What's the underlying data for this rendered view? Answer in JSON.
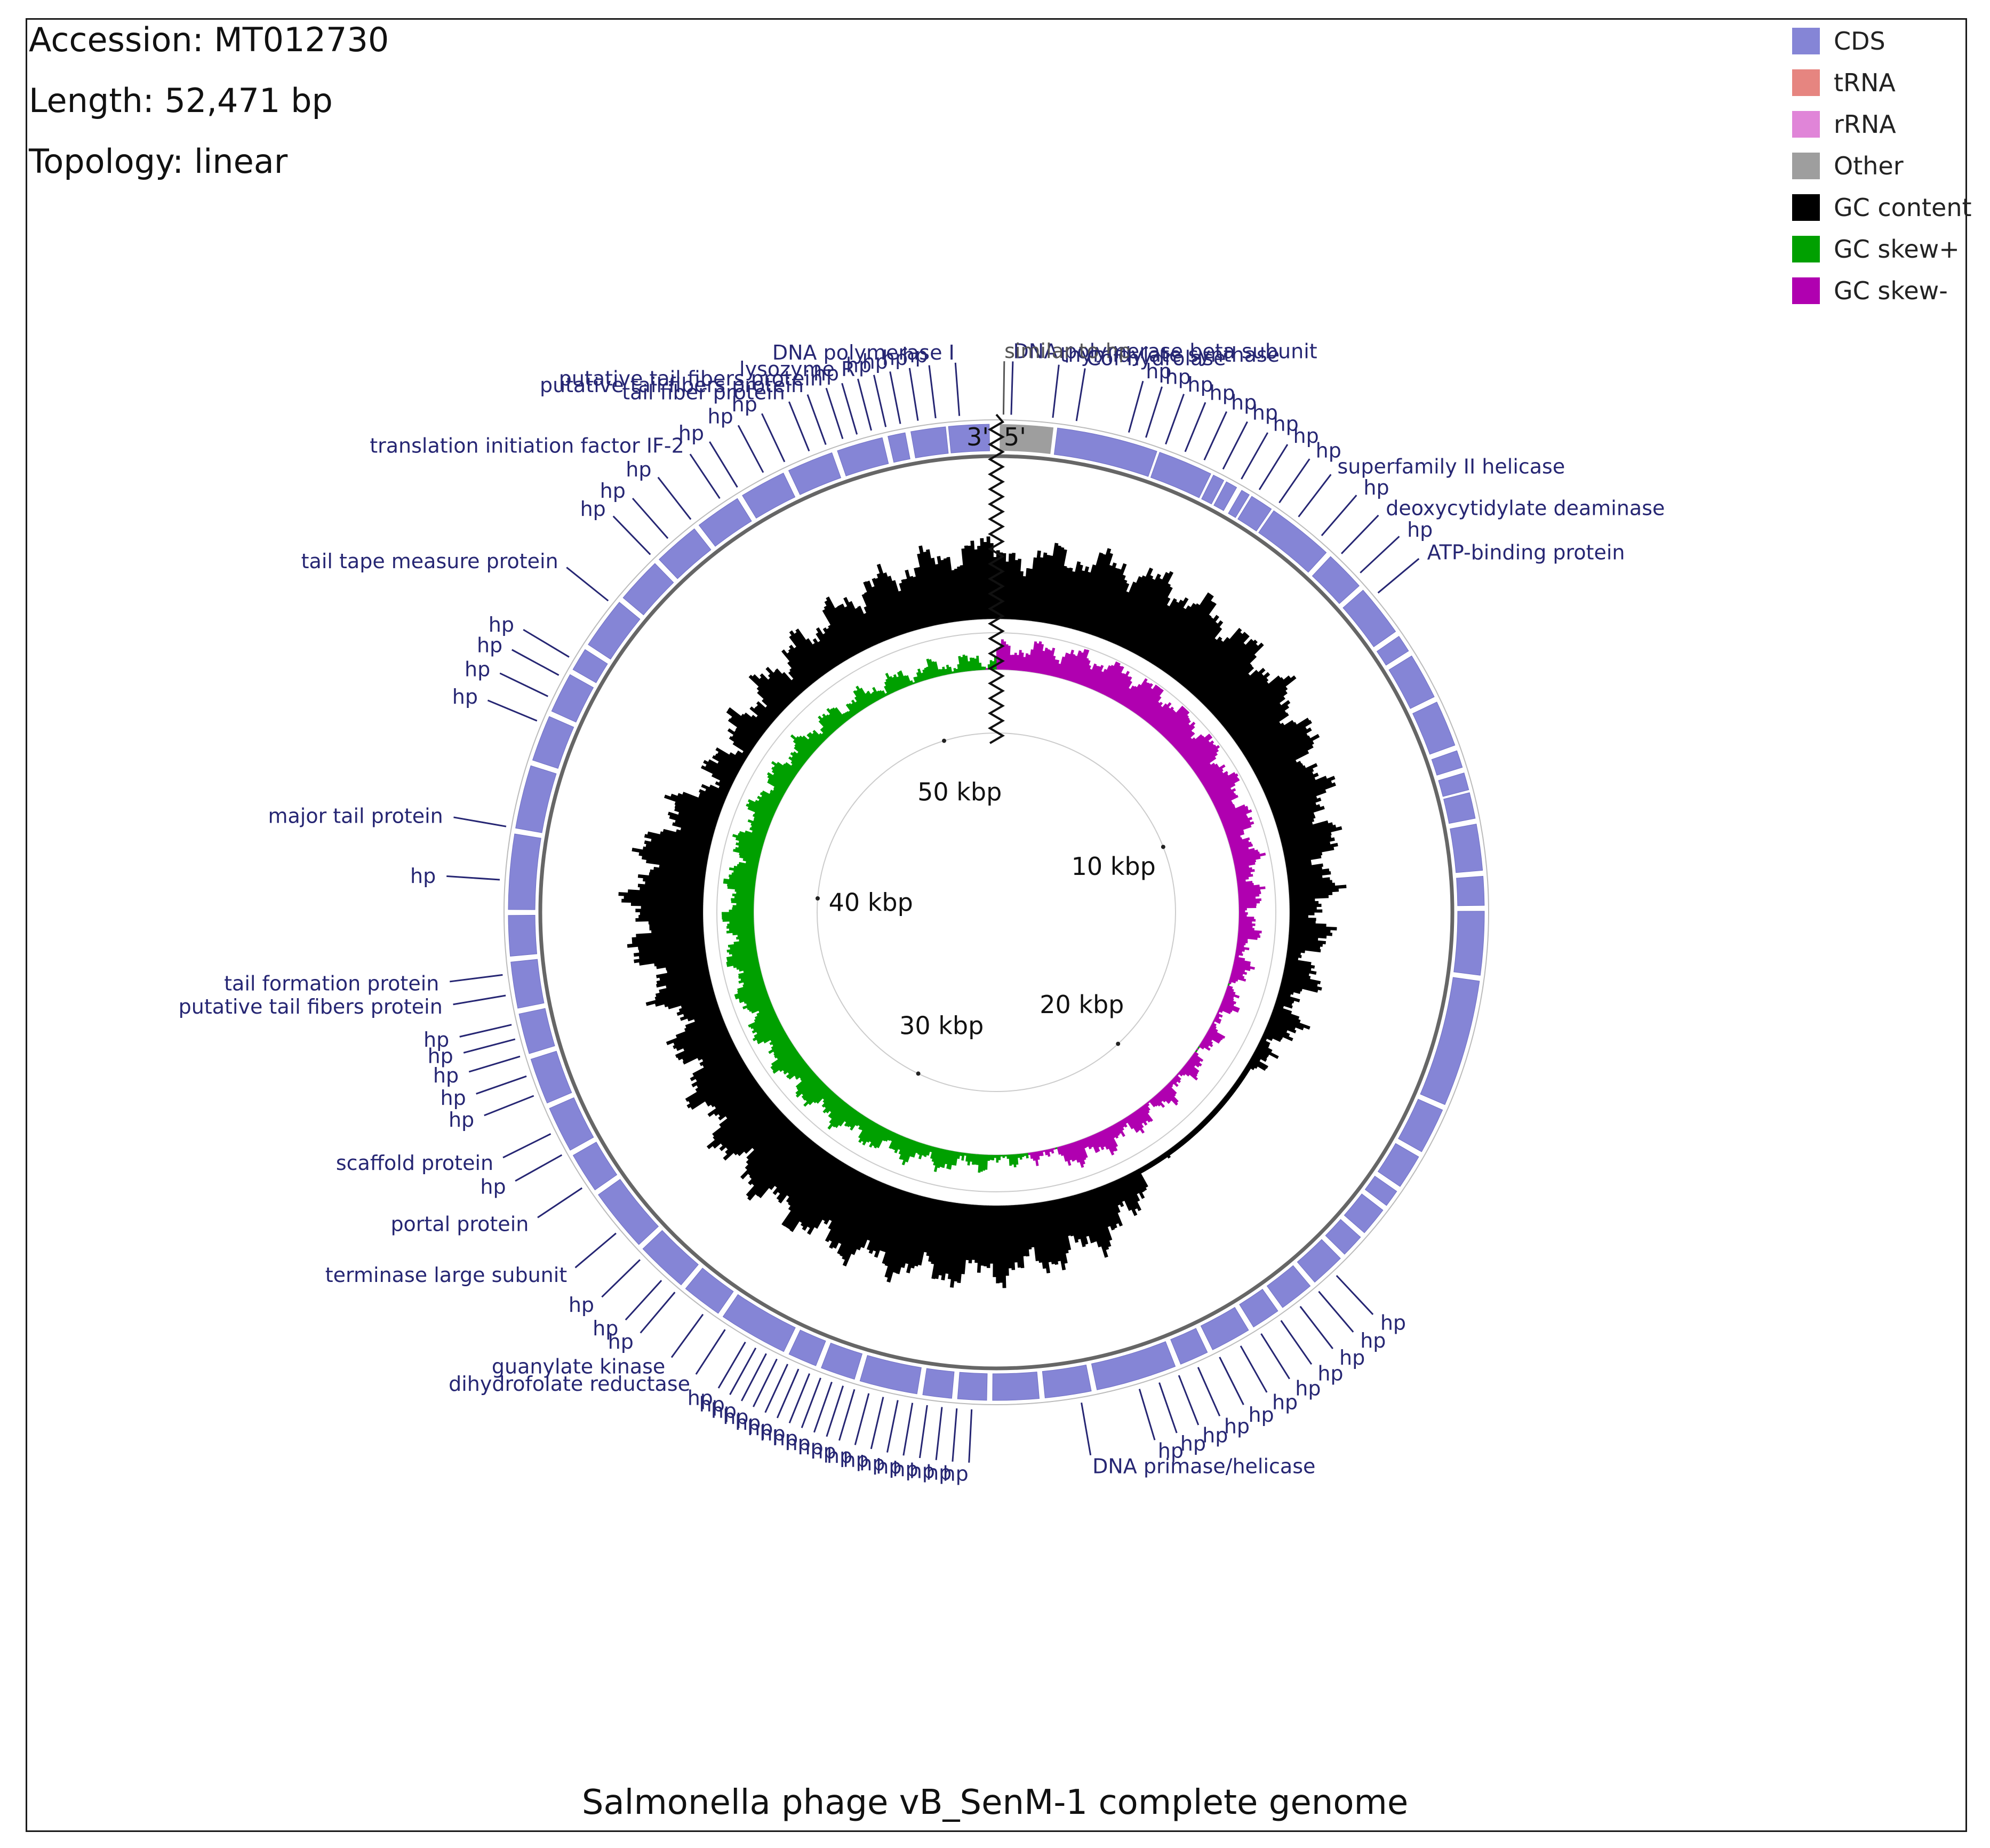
{
  "header": {
    "accession": "Accession: MT012730",
    "length": "Length: 52,471 bp",
    "topology": "Topology: linear"
  },
  "legend": [
    {
      "label": "CDS",
      "color": "#8585d6"
    },
    {
      "label": "tRNA",
      "color": "#e68580"
    },
    {
      "label": "rRNA",
      "color": "#e085d8"
    },
    {
      "label": "Other",
      "color": "#9e9e9e"
    },
    {
      "label": "GC content",
      "color": "#000000"
    },
    {
      "label": "GC skew+",
      "color": "#00a000"
    },
    {
      "label": "GC skew-",
      "color": "#b000b0"
    }
  ],
  "caption": "Salmonella phage vB_SenM-1 complete genome",
  "map": {
    "genome_length": 52471,
    "end_labels": {
      "three_prime": "3'",
      "five_prime": "5'"
    },
    "scale_ticks": [
      {
        "label": "10 kbp",
        "position": 10000
      },
      {
        "label": "20 kbp",
        "position": 20000
      },
      {
        "label": "30 kbp",
        "position": 30000
      },
      {
        "label": "40 kbp",
        "position": 40000
      },
      {
        "label": "50 kbp",
        "position": 50000
      }
    ],
    "colors": {
      "cds": "#8585d6",
      "other": "#9e9e9e",
      "gc_content": "#000000",
      "gc_skew_plus": "#00a000",
      "gc_skew_minus": "#b000b0",
      "label_text": "#262673",
      "other_label_text": "#555555"
    },
    "labels": [
      {
        "text": "thymidylate synthase",
        "pos": 950
      },
      {
        "text": "DNA polymerase beta subunit",
        "pos": 250
      },
      {
        "text": "DNA polymerase I",
        "pos": 51850
      },
      {
        "text": "similar to hp",
        "pos": 120,
        "kind": "other"
      },
      {
        "text": "Cof hydrolase",
        "pos": 1350
      },
      {
        "text": "hp",
        "pos": 51450
      },
      {
        "text": "hp",
        "pos": 51150
      },
      {
        "text": "hp",
        "pos": 50850
      },
      {
        "text": "hp",
        "pos": 50600
      },
      {
        "text": "lysozyme R",
        "pos": 50350
      },
      {
        "text": "hp",
        "pos": 50100
      },
      {
        "text": "putative tail fibers protein",
        "pos": 49850
      },
      {
        "text": "putative tail fibers protein",
        "pos": 49550
      },
      {
        "text": "tail fiber protein",
        "pos": 49250
      },
      {
        "text": "hp",
        "pos": 48800
      },
      {
        "text": "hp",
        "pos": 48400
      },
      {
        "text": "hp",
        "pos": 47900
      },
      {
        "text": "translation initiation factor IF-2",
        "pos": 47550
      },
      {
        "text": "hp",
        "pos": 46950
      },
      {
        "text": "hp",
        "pos": 46450
      },
      {
        "text": "hp",
        "pos": 46050
      },
      {
        "text": "tail tape measure protein",
        "pos": 45000
      },
      {
        "text": "hp",
        "pos": 43850
      },
      {
        "text": "hp",
        "pos": 43500
      },
      {
        "text": "hp",
        "pos": 43100
      },
      {
        "text": "hp",
        "pos": 42650
      },
      {
        "text": "major tail protein",
        "pos": 40800
      },
      {
        "text": "hp",
        "pos": 39900
      },
      {
        "text": "tail formation protein",
        "pos": 38300
      },
      {
        "text": "putative tail fibers protein",
        "pos": 37950
      },
      {
        "text": "hp",
        "pos": 37450
      },
      {
        "text": "hp",
        "pos": 37200
      },
      {
        "text": "hp",
        "pos": 36900
      },
      {
        "text": "hp",
        "pos": 36550
      },
      {
        "text": "hp",
        "pos": 36200
      },
      {
        "text": "scaffold protein",
        "pos": 35500
      },
      {
        "text": "hp",
        "pos": 35100
      },
      {
        "text": "portal protein",
        "pos": 34450
      },
      {
        "text": "terminase large subunit",
        "pos": 33500
      },
      {
        "text": "hp",
        "pos": 32900
      },
      {
        "text": "hp",
        "pos": 32400
      },
      {
        "text": "hp",
        "pos": 32100
      },
      {
        "text": "guanylate kinase",
        "pos": 31500
      },
      {
        "text": "dihydrofolate reductase",
        "pos": 31050
      },
      {
        "text": "hp",
        "pos": 30650
      },
      {
        "text": "hp",
        "pos": 30450
      },
      {
        "text": "hp",
        "pos": 30250
      },
      {
        "text": "hp",
        "pos": 30050
      },
      {
        "text": "hp",
        "pos": 29850
      },
      {
        "text": "hp",
        "pos": 29650
      },
      {
        "text": "hp",
        "pos": 29450
      },
      {
        "text": "hp",
        "pos": 29250
      },
      {
        "text": "hp",
        "pos": 29050
      },
      {
        "text": "hp",
        "pos": 28850
      },
      {
        "text": "hp",
        "pos": 28650
      },
      {
        "text": "hp",
        "pos": 28400
      },
      {
        "text": "hp",
        "pos": 28150
      },
      {
        "text": "hp",
        "pos": 27900
      },
      {
        "text": "hp",
        "pos": 27650
      },
      {
        "text": "hp",
        "pos": 27400
      },
      {
        "text": "hp",
        "pos": 27150
      },
      {
        "text": "hp",
        "pos": 26900
      },
      {
        "text": "hp",
        "pos": 26650
      },
      {
        "text": "DNA primase/helicase",
        "pos": 24800
      },
      {
        "text": "hp",
        "pos": 23800
      },
      {
        "text": "hp",
        "pos": 23450
      },
      {
        "text": "hp",
        "pos": 23100
      },
      {
        "text": "hp",
        "pos": 22750
      },
      {
        "text": "hp",
        "pos": 22350
      },
      {
        "text": "hp",
        "pos": 21950
      },
      {
        "text": "hp",
        "pos": 21550
      },
      {
        "text": "hp",
        "pos": 21150
      },
      {
        "text": "hp",
        "pos": 20750
      },
      {
        "text": "hp",
        "pos": 20350
      },
      {
        "text": "hp",
        "pos": 19950
      },
      {
        "text": "ATP-binding protein",
        "pos": 7300
      },
      {
        "text": "hp",
        "pos": 6850
      },
      {
        "text": "deoxycytidylate deaminase",
        "pos": 6400
      },
      {
        "text": "hp",
        "pos": 5950
      },
      {
        "text": "superfamily II helicase",
        "pos": 5450
      },
      {
        "text": "hp",
        "pos": 5050
      },
      {
        "text": "hp",
        "pos": 4650
      },
      {
        "text": "hp",
        "pos": 4300
      },
      {
        "text": "hp",
        "pos": 3950
      },
      {
        "text": "hp",
        "pos": 3600
      },
      {
        "text": "hp",
        "pos": 3250
      },
      {
        "text": "hp",
        "pos": 2900
      },
      {
        "text": "hp",
        "pos": 2550
      },
      {
        "text": "hp",
        "pos": 2250
      }
    ],
    "cds_features": [
      [
        1050,
        2800
      ],
      [
        2850,
        3800
      ],
      [
        3850,
        4050
      ],
      [
        4100,
        4300
      ],
      [
        4400,
        4550
      ],
      [
        4600,
        5000
      ],
      [
        5050,
        6200
      ],
      [
        6300,
        7000
      ],
      [
        7100,
        8000
      ],
      [
        8100,
        8400
      ],
      [
        8500,
        9300
      ],
      [
        9400,
        10200
      ],
      [
        10300,
        10600
      ],
      [
        10700,
        11000
      ],
      [
        11050,
        11500
      ],
      [
        11600,
        12400
      ],
      [
        12500,
        13000
      ],
      [
        13100,
        14200
      ],
      [
        14300,
        16500
      ],
      [
        16600,
        17400
      ],
      [
        17500,
        18100
      ],
      [
        18200,
        18500
      ],
      [
        18600,
        19100
      ],
      [
        19200,
        19600
      ],
      [
        19700,
        20300
      ],
      [
        20400,
        21000
      ],
      [
        21100,
        21600
      ],
      [
        21700,
        22400
      ],
      [
        22500,
        23000
      ],
      [
        23100,
        24500
      ],
      [
        24600,
        25400
      ],
      [
        25500,
        26300
      ],
      [
        26400,
        26900
      ],
      [
        27000,
        27500
      ],
      [
        27600,
        28600
      ],
      [
        28700,
        29300
      ],
      [
        29400,
        29900
      ],
      [
        30000,
        31200
      ],
      [
        31300,
        32000
      ],
      [
        32100,
        33000
      ],
      [
        33100,
        34200
      ],
      [
        34300,
        35000
      ],
      [
        35100,
        35900
      ],
      [
        36000,
        36800
      ],
      [
        36900,
        37600
      ],
      [
        37700,
        38500
      ],
      [
        38600,
        39300
      ],
      [
        39400,
        40700
      ],
      [
        40800,
        41900
      ],
      [
        42000,
        42800
      ],
      [
        42900,
        43600
      ],
      [
        43700,
        44100
      ],
      [
        44200,
        45100
      ],
      [
        45200,
        46000
      ],
      [
        46100,
        46900
      ],
      [
        47000,
        47800
      ],
      [
        47900,
        48700
      ],
      [
        48800,
        49600
      ],
      [
        49700,
        50500
      ],
      [
        50600,
        50900
      ],
      [
        51000,
        51600
      ],
      [
        51650,
        52350
      ]
    ],
    "other_features": [
      [
        60,
        980
      ]
    ]
  }
}
